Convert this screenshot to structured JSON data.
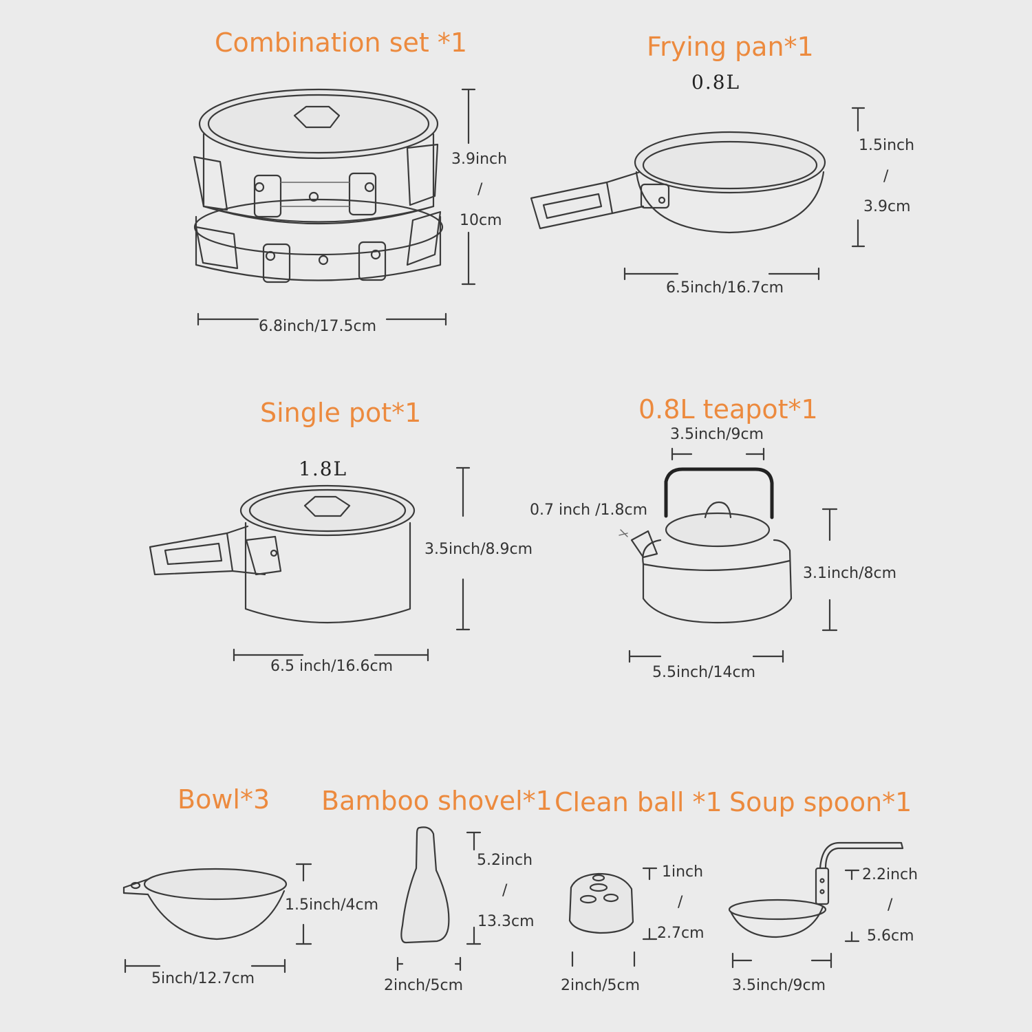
{
  "titles": {
    "combination": "Combination set *1",
    "frying_pan": "Frying pan*1",
    "single_pot": "Single pot*1",
    "teapot": "0.8L teapot*1",
    "bowl": "Bowl*3",
    "shovel": "Bamboo shovel*1",
    "clean_ball": "Clean ball *1",
    "soup_spoon": "Soup spoon*1"
  },
  "capacities": {
    "frying_pan": "0.8L",
    "single_pot": "1.8L"
  },
  "dimensions": {
    "combination": {
      "height_inch": "3.9inch",
      "sep": "/",
      "height_cm": "10cm",
      "width": "6.8inch/17.5cm"
    },
    "frying_pan": {
      "height_inch": "1.5inch",
      "sep": "/",
      "height_cm": "3.9cm",
      "width": "6.5inch/16.7cm"
    },
    "single_pot": {
      "height": "3.5inch/8.9cm",
      "width": "6.5 inch/16.6cm"
    },
    "teapot": {
      "top": "3.5inch/9cm",
      "spout": "0.7 inch /1.8cm",
      "height": "3.1inch/8cm",
      "width": "5.5inch/14cm"
    },
    "bowl": {
      "height": "1.5inch/4cm",
      "width": "5inch/12.7cm"
    },
    "shovel": {
      "height_inch": "5.2inch",
      "sep": "/",
      "height_cm": "13.3cm",
      "width": "2inch/5cm"
    },
    "clean_ball": {
      "height_inch": "1inch",
      "sep": "/",
      "height_cm": "2.7cm",
      "width": "2inch/5cm"
    },
    "soup_spoon": {
      "height_inch": "2.2inch",
      "sep": "/",
      "height_cm": "5.6cm",
      "width": "3.5inch/9cm"
    }
  },
  "colors": {
    "title": "#ec8a3e",
    "background": "#ebebeb",
    "line": "#3a3a3a"
  }
}
